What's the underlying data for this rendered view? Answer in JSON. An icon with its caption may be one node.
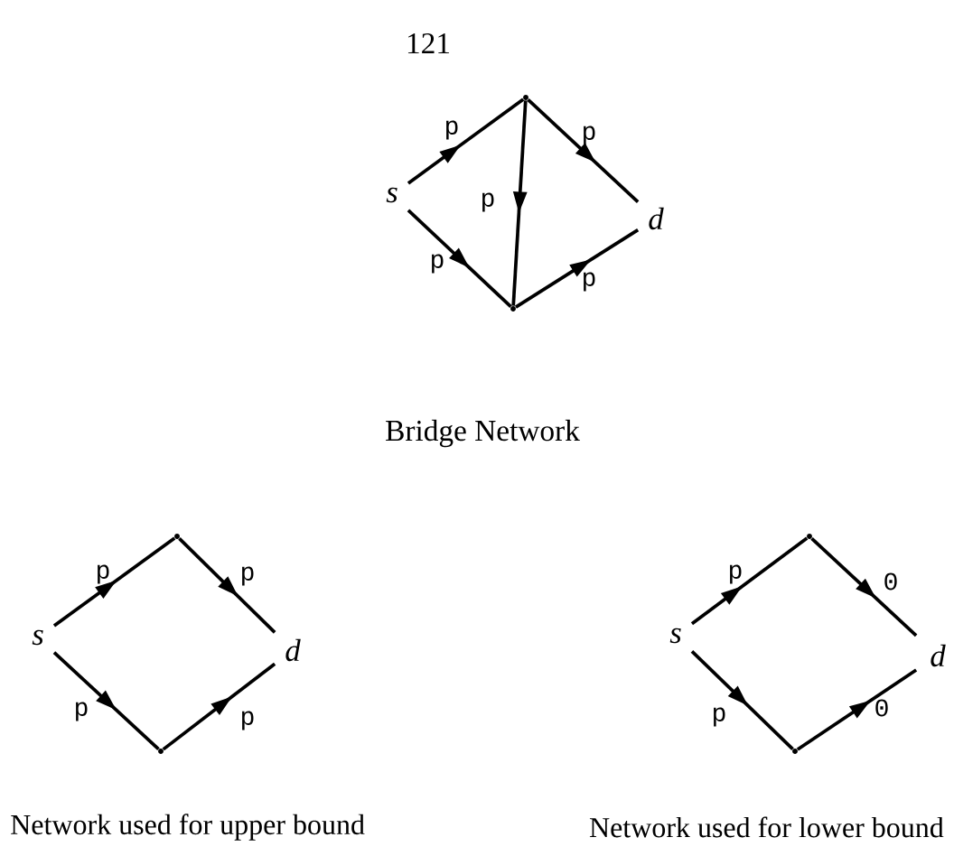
{
  "diagram": {
    "nodes": [
      {
        "text": [
          "s"
        ]
      },
      {
        "text": [],
        "shape": "point"
      },
      {
        "text": [],
        "shape": "point"
      },
      {
        "text": [
          "d"
        ]
      },
      {
        "text": [
          "s"
        ]
      },
      {
        "text": [],
        "shape": "point"
      },
      {
        "text": [],
        "shape": "point"
      },
      {
        "text": [
          "d"
        ]
      },
      {
        "text": [
          "s"
        ]
      },
      {
        "text": [],
        "shape": "point"
      },
      {
        "text": [],
        "shape": "point"
      },
      {
        "text": [
          "d"
        ]
      }
    ],
    "edges": [
      {
        "from": 0,
        "to": 1,
        "arrow": "to",
        "label": "p"
      },
      {
        "from": 1,
        "to": 3,
        "arrow": "to",
        "label": "p"
      },
      {
        "from": 1,
        "to": 2,
        "arrow": "to",
        "label": "p"
      },
      {
        "from": 0,
        "to": 2,
        "arrow": "to",
        "label": "p"
      },
      {
        "from": 2,
        "to": 3,
        "arrow": "to",
        "label": "p"
      },
      {
        "from": 4,
        "to": 5,
        "arrow": "to",
        "label": "p"
      },
      {
        "from": 5,
        "to": 7,
        "arrow": "to",
        "label": "p"
      },
      {
        "from": 4,
        "to": 6,
        "arrow": "to",
        "label": "p"
      },
      {
        "from": 6,
        "to": 7,
        "arrow": "to",
        "label": "p"
      },
      {
        "from": 8,
        "to": 9,
        "arrow": "to",
        "label": "p"
      },
      {
        "from": 9,
        "to": 11,
        "arrow": "to",
        "label": "0"
      },
      {
        "from": 8,
        "to": 10,
        "arrow": "to",
        "label": "p"
      },
      {
        "from": 10,
        "to": 11,
        "arrow": "to",
        "label": "0"
      }
    ],
    "labels": [
      "121",
      "Bridge Network",
      "Network used for upper bound",
      "Network used for lower bound"
    ]
  }
}
